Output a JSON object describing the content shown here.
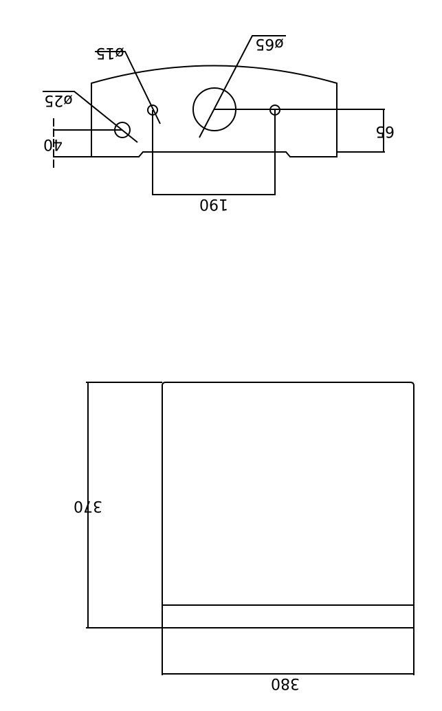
{
  "top_view": {
    "labels": {
      "hole_small_left": "ø15",
      "hole_large": "ø65",
      "hole_waste": "ø25",
      "dim_height_left": "40",
      "dim_height_right": "65",
      "dim_hole_spacing": "190"
    }
  },
  "side_view": {
    "labels": {
      "dim_height": "370",
      "dim_width": "380"
    }
  }
}
